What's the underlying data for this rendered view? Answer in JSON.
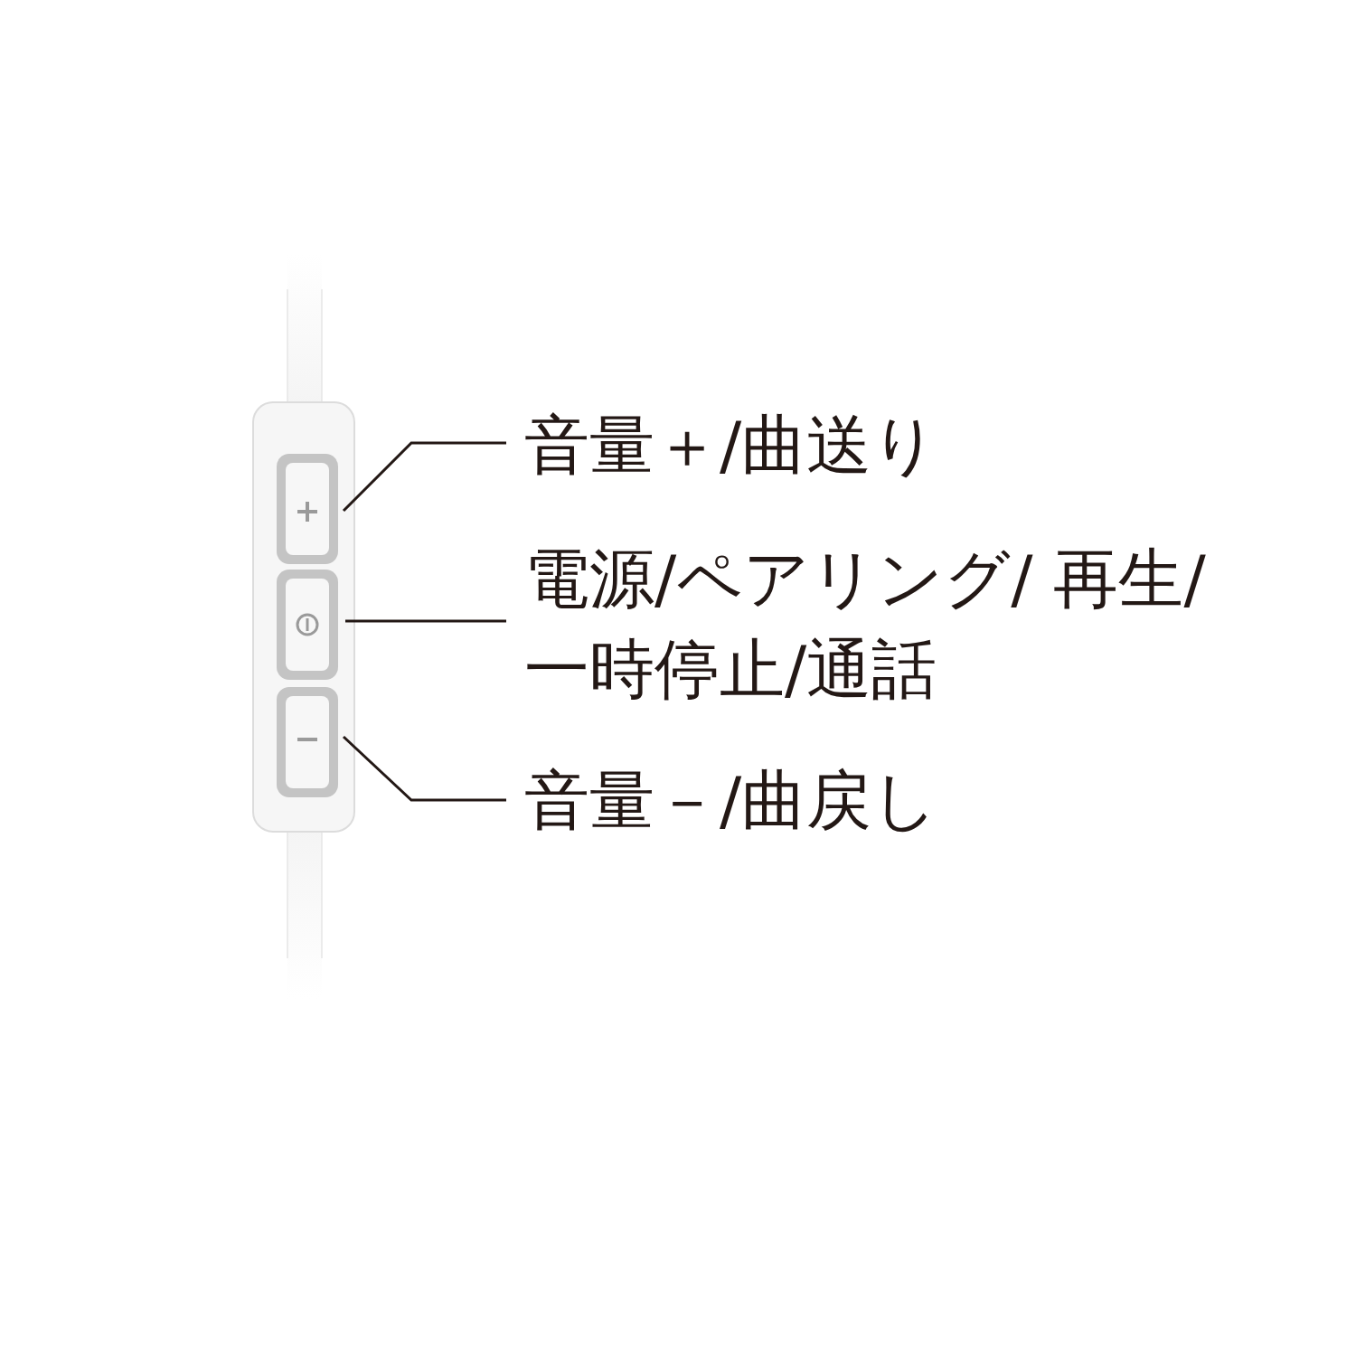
{
  "diagram": {
    "labels": [
      "音量＋/曲送り",
      "電源/ペアリング/ 再生/一時停止/通話",
      "音量－/曲戻し"
    ]
  }
}
